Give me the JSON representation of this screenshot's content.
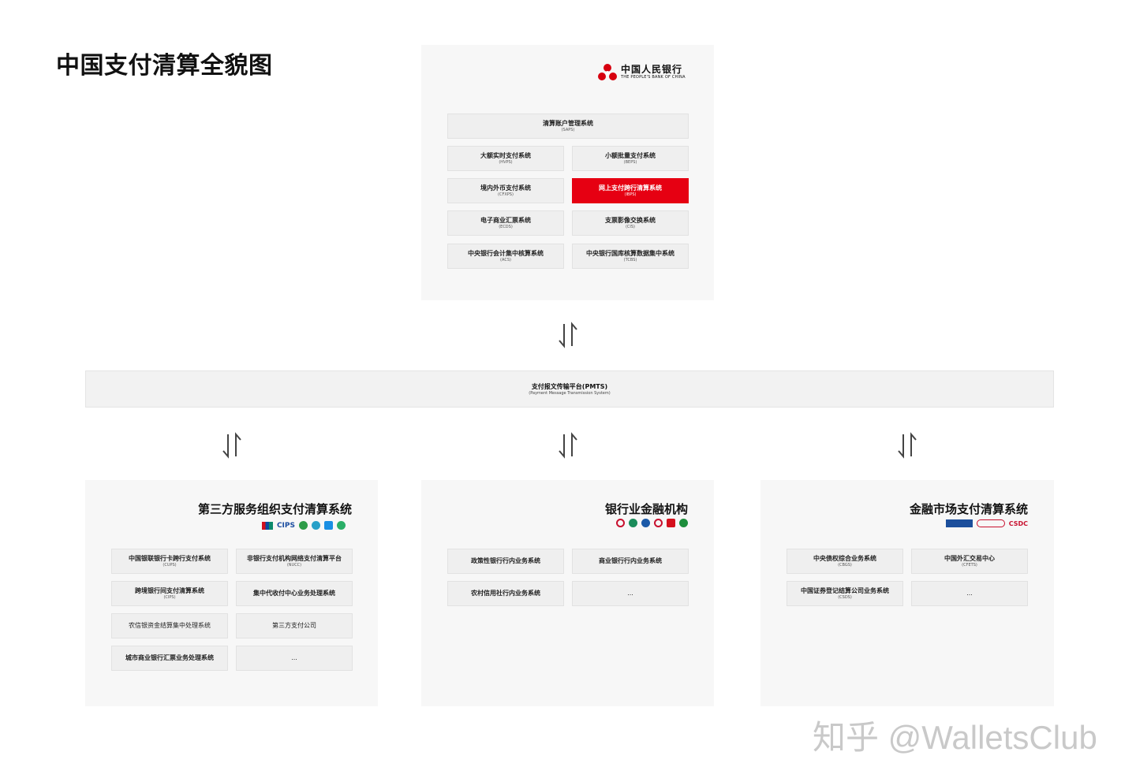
{
  "title": "中国支付清算全貌图",
  "pboc": {
    "name_cn": "中国人民银行",
    "name_en": "THE PEOPLE'S BANK OF CHINA",
    "systems": [
      {
        "name": "清算账户管理系统",
        "abbr": "(SAPS)",
        "highlight": false
      },
      {
        "name": "大额实时支付系统",
        "abbr": "(HVPS)",
        "highlight": false
      },
      {
        "name": "小额批量支付系统",
        "abbr": "(BEPS)",
        "highlight": false
      },
      {
        "name": "境内外币支付系统",
        "abbr": "(CFXPS)",
        "highlight": false
      },
      {
        "name": "网上支付跨行清算系统",
        "abbr": "(IBPS)",
        "highlight": true
      },
      {
        "name": "电子商业汇票系统",
        "abbr": "(ECDS)",
        "highlight": false
      },
      {
        "name": "支票影像交换系统",
        "abbr": "(CIS)",
        "highlight": false
      },
      {
        "name": "中央银行会计集中核算系统",
        "abbr": "(ACS)",
        "highlight": false
      },
      {
        "name": "中央银行国库核算数据集中系统",
        "abbr": "(TCBS)",
        "highlight": false
      }
    ]
  },
  "pmts": {
    "name": "支付报文传输平台(PMTS)",
    "subtitle": "(Payment Message Transmission System)"
  },
  "third_party": {
    "title": "第三方服务组织支付清算系统",
    "logo_text": "CIPS",
    "systems": [
      {
        "name": "中国银联银行卡跨行支付系统",
        "abbr": "(CUPS)"
      },
      {
        "name": "非银行支付机构网络支付清算平台",
        "abbr": "(NUCC)"
      },
      {
        "name": "跨境银行间支付清算系统",
        "abbr": "(CIPS)"
      },
      {
        "name": "集中代收付中心业务处理系统",
        "abbr": ""
      },
      {
        "name": "农信银资金结算集中处理系统",
        "abbr": ""
      },
      {
        "name": "第三方支付公司",
        "abbr": ""
      },
      {
        "name": "城市商业银行汇票业务处理系统",
        "abbr": ""
      },
      {
        "name": "...",
        "abbr": ""
      }
    ]
  },
  "banking": {
    "title": "银行业金融机构",
    "systems": [
      {
        "name": "政策性银行行内业务系统",
        "abbr": ""
      },
      {
        "name": "商业银行行内业务系统",
        "abbr": ""
      },
      {
        "name": "农村信用社行内业务系统",
        "abbr": ""
      },
      {
        "name": "...",
        "abbr": ""
      }
    ]
  },
  "financial_market": {
    "title": "金融市场支付清算系统",
    "logo_text": "CSDC",
    "systems": [
      {
        "name": "中央债权综合业务系统",
        "abbr": "(CBGS)"
      },
      {
        "name": "中国外汇交易中心",
        "abbr": "(CFETS)"
      },
      {
        "name": "中国证券登记结算公司业务系统",
        "abbr": "(CSDS)"
      },
      {
        "name": "...",
        "abbr": ""
      }
    ]
  },
  "watermark": "知乎 @WalletsClub",
  "colors": {
    "highlight": "#e60012",
    "panel": "#f7f7f7",
    "box": "#efefef"
  }
}
